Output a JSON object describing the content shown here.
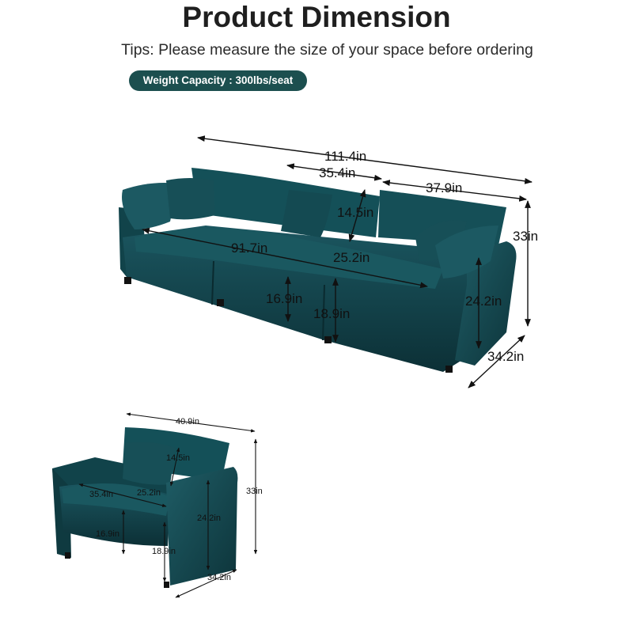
{
  "header": {
    "title": "Product Dimension",
    "tips": "Tips: Please measure the size of your space before ordering",
    "weight_capacity": "Weight Capacity : 300lbs/seat"
  },
  "colors": {
    "upholstery": "#0f3a40",
    "upholstery_highlight": "#1b5660",
    "badge_bg": "#1c4f4f"
  },
  "sofa": {
    "total_width": "111.4in",
    "section_width": "35.4in",
    "end_section_width": "37.9in",
    "back_cushion_height": "14.5in",
    "total_height": "33in",
    "seat_width": "91.7in",
    "seat_depth": "25.2in",
    "seat_height": "16.9in",
    "seat_top_height": "18.9in",
    "arm_height": "24.2in",
    "total_depth": "34.2in"
  },
  "chair": {
    "total_width": "40.9in",
    "back_cushion_height": "14.5in",
    "total_height": "33in",
    "seat_width": "35.4in",
    "seat_depth": "25.2in",
    "arm_height": "24.2in",
    "seat_height": "16.9in",
    "seat_top_height": "18.9in",
    "total_depth": "34.2in"
  }
}
